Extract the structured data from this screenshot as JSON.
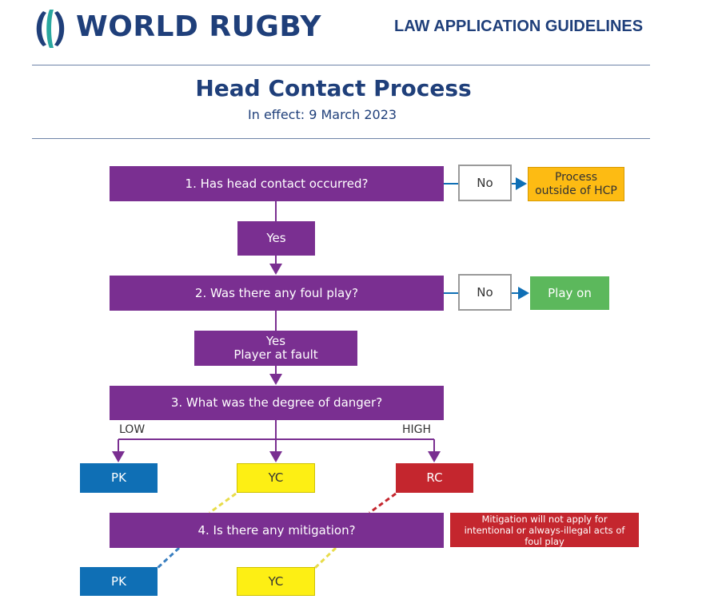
{
  "header": {
    "brand": "WORLD RUGBY",
    "doc_label": "LAW APPLICATION GUIDELINES",
    "logo_icon": "world-rugby-logo-icon"
  },
  "title": "Head Contact Process",
  "subtitle": "In effect: 9 March 2023",
  "flow": {
    "q1": "1. Has head contact occurred?",
    "q1_no": "No",
    "q1_no_result": "Process outside of HCP",
    "q1_yes": "Yes",
    "q2": "2. Was there any foul play?",
    "q2_no": "No",
    "q2_no_result": "Play on",
    "q2_yes_line1": "Yes",
    "q2_yes_line2": "Player at fault",
    "q3": "3. What was the degree of danger?",
    "low_label": "LOW",
    "high_label": "HIGH",
    "sanction_pk": "PK",
    "sanction_yc": "YC",
    "sanction_rc": "RC",
    "q4": "4. Is there any mitigation?",
    "mitigation_note": "Mitigation will not apply for intentional or always-illegal acts of foul play",
    "mitigated_pk": "PK",
    "mitigated_yc": "YC"
  },
  "colors": {
    "navy": "#1f3f7a",
    "purple": "#7a2f91",
    "orange": "#fdbb13",
    "green": "#5cb85c",
    "blue": "#0f6fb5",
    "yellow": "#fdef14",
    "red": "#c4262e"
  }
}
